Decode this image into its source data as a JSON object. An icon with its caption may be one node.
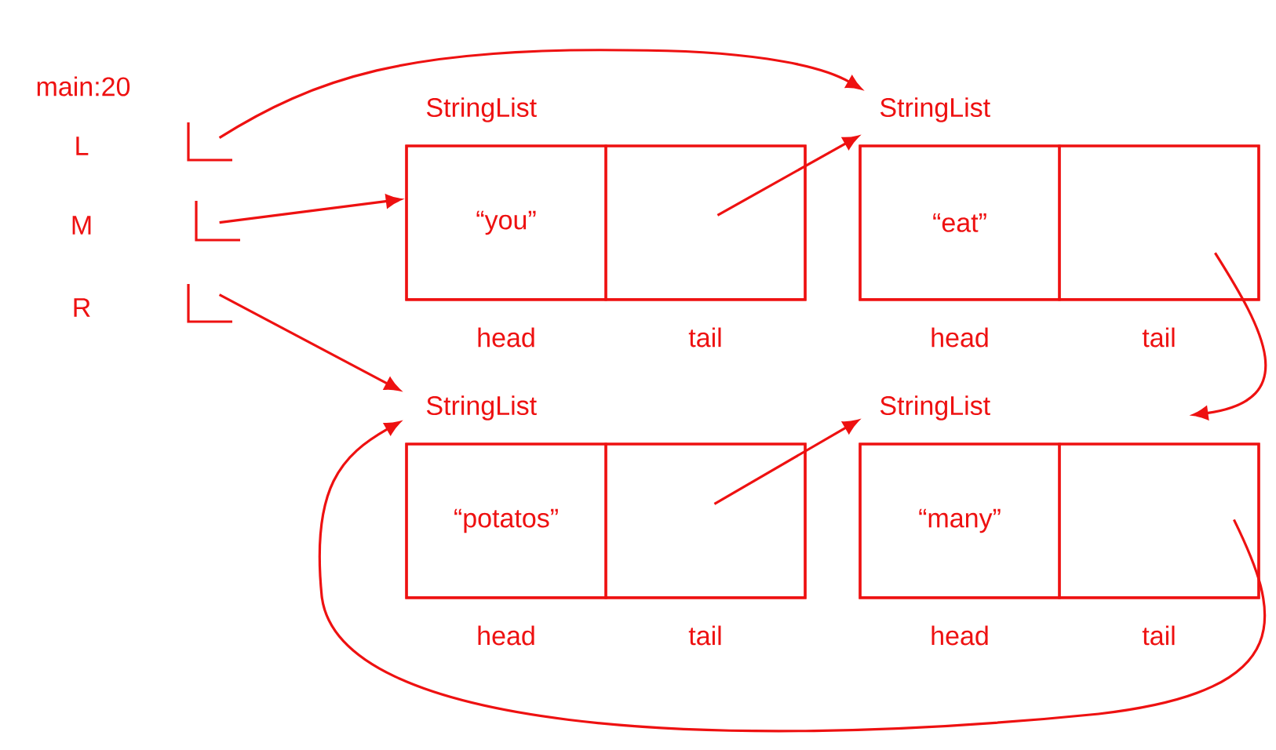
{
  "diagram": {
    "nodes": [
      {
        "text": [
          "L"
        ]
      },
      {
        "text": [
          "M"
        ]
      },
      {
        "text": [
          "R"
        ]
      },
      {
        "text": [
          "StringList"
        ]
      },
      {
        "text": [
          "“you”"
        ],
        "in": 3,
        "beside": [
          "head"
        ]
      },
      {
        "text": [],
        "shape": "box",
        "in": 3,
        "beside": [
          "tail"
        ]
      },
      {
        "text": [
          "StringList"
        ]
      },
      {
        "text": [
          "“eat”"
        ],
        "in": 6,
        "beside": [
          "head"
        ]
      },
      {
        "text": [],
        "shape": "box",
        "in": 6,
        "beside": [
          "tail"
        ]
      },
      {
        "text": [
          "StringList"
        ]
      },
      {
        "text": [
          "“potatos”"
        ],
        "in": 9,
        "beside": [
          "head"
        ]
      },
      {
        "text": [],
        "shape": "box",
        "in": 9,
        "beside": [
          "tail"
        ]
      },
      {
        "text": [
          "StringList"
        ]
      },
      {
        "text": [
          "“many”"
        ],
        "in": 12,
        "beside": [
          "head"
        ]
      },
      {
        "text": [],
        "shape": "box",
        "in": 12,
        "beside": [
          "tail"
        ]
      }
    ],
    "edges": [
      {
        "from": 0,
        "to": 6,
        "arrow": "to"
      },
      {
        "from": 1,
        "to": 3,
        "arrow": "to"
      },
      {
        "from": 2,
        "to": 9,
        "arrow": "to"
      },
      {
        "from": 5,
        "to": 6,
        "arrow": "to"
      },
      {
        "from": 8,
        "to": 12,
        "arrow": "to"
      },
      {
        "from": 11,
        "to": 12,
        "arrow": "to"
      },
      {
        "from": 14,
        "to": 9,
        "arrow": "to"
      }
    ],
    "labels": [
      "main:20"
    ]
  }
}
